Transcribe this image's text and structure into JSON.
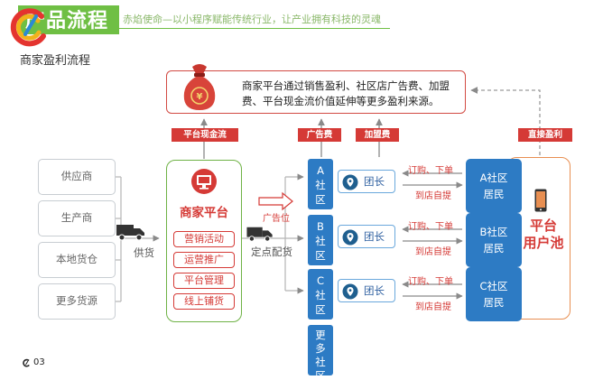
{
  "header": {
    "title": "产品流程",
    "slogan": "赤焰使命—以小程序赋能传统行业，让产业拥有科技的灵魂",
    "subtitle": "商家盈利流程"
  },
  "revenue": {
    "text": "商家平台通过销售盈利、社区店广告费、加盟费、平台现金流价值延伸等更多盈利来源。"
  },
  "tags": {
    "cash_flow": "平台现金流",
    "ad_fee": "广告费",
    "franchise_fee": "加盟费",
    "direct_profit": "直接盈利"
  },
  "suppliers": [
    {
      "label": "供应商"
    },
    {
      "label": "生产商"
    },
    {
      "label": "本地货仓"
    },
    {
      "label": "更多货源"
    }
  ],
  "flow_labels": {
    "supply": "供货",
    "ad_slot": "广告位",
    "distribution": "定点配货"
  },
  "merchant": {
    "title": "商家平台",
    "items": [
      "营销活动",
      "运营推广",
      "平台管理",
      "线上铺货"
    ]
  },
  "communities": [
    {
      "letter": "A",
      "label": "社区"
    },
    {
      "letter": "B",
      "label": "社区"
    },
    {
      "letter": "C",
      "label": "社区"
    }
  ],
  "more_communities": "更多社区",
  "leader": "团长",
  "order_flow": {
    "order": "订购、下单",
    "pickup": "到店自提"
  },
  "residents": [
    {
      "name": "A社区",
      "role": "居民"
    },
    {
      "name": "B社区",
      "role": "居民"
    },
    {
      "name": "C社区",
      "role": "居民"
    }
  ],
  "user_pool": {
    "line1": "平台",
    "line2": "用户池"
  },
  "footer": {
    "page": "03"
  },
  "colors": {
    "green": "#6fbf44",
    "red": "#d53a36",
    "blue": "#2d7bc4",
    "orange": "#e88f52"
  }
}
